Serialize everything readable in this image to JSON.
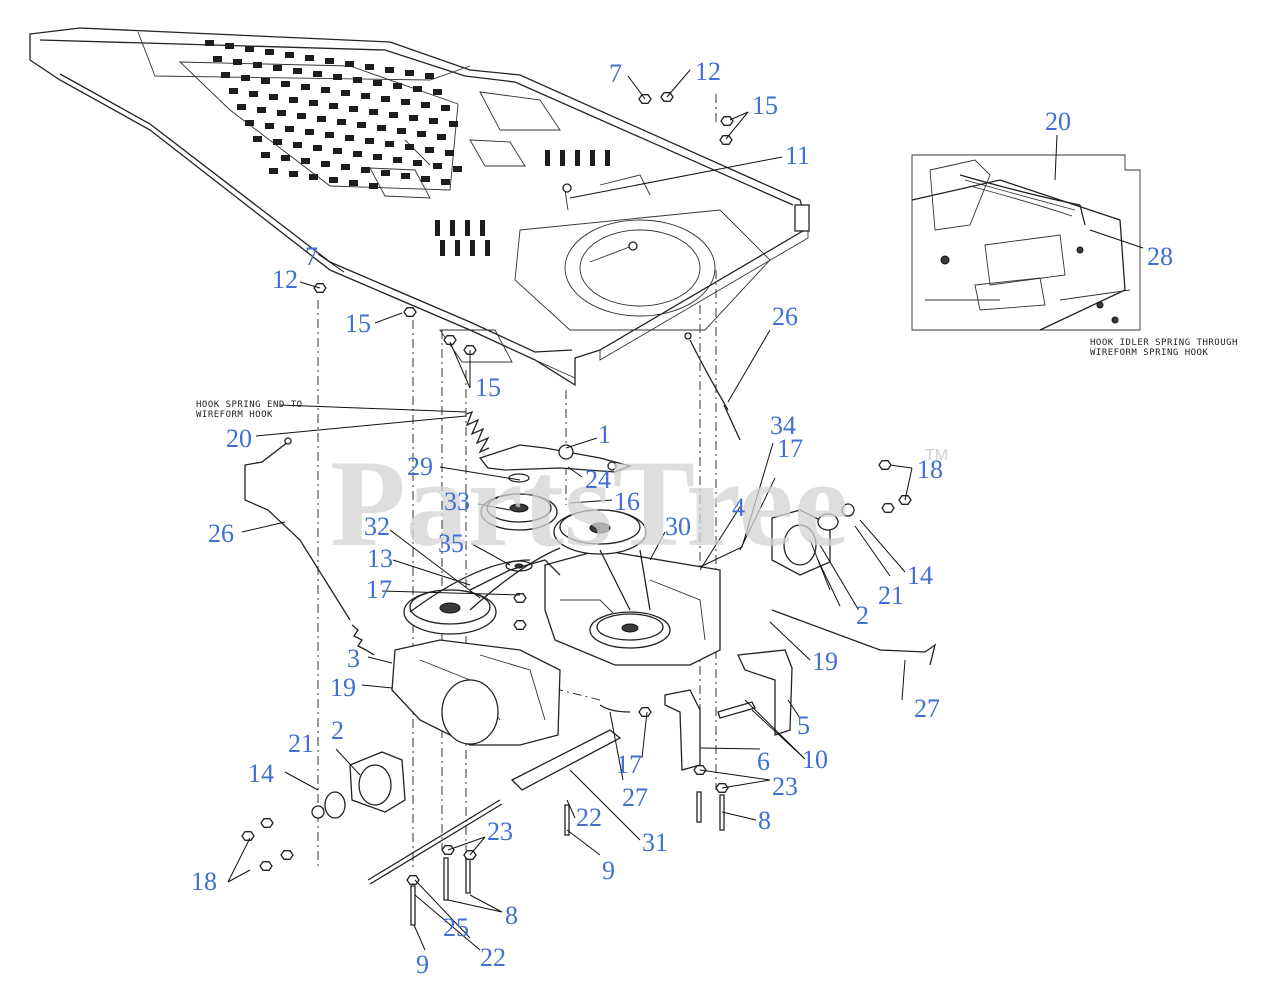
{
  "watermark": {
    "text": "PartsTree",
    "trademark": "TM"
  },
  "notes": {
    "hook_spring_line1": "HOOK SPRING END TO",
    "hook_spring_line2": "WIREFORM HOOK",
    "idler_line1": "HOOK IDLER SPRING THROUGH",
    "idler_line2": "WIREFORM SPRING HOOK"
  },
  "callouts": {
    "c7a": "7",
    "c12a": "12",
    "c15a": "15",
    "c11": "11",
    "c20a": "20",
    "c28": "28",
    "c7b": "7",
    "c12b": "12",
    "c15b": "15",
    "c15c": "15",
    "c26a": "26",
    "c20b": "20",
    "c1": "1",
    "c34": "34",
    "c29": "29",
    "c24": "24",
    "c17a": "17",
    "c18a": "18",
    "c33": "33",
    "c16": "16",
    "c4": "4",
    "c30": "30",
    "c26b": "26",
    "c32": "32",
    "c13": "13",
    "c35": "35",
    "c21a": "21",
    "c14a": "14",
    "c17b": "17",
    "c2a": "2",
    "c3": "3",
    "c19a": "19",
    "c19b": "19",
    "c27a": "27",
    "c5": "5",
    "c2b": "2",
    "c21b": "21",
    "c14b": "14",
    "c17c": "17",
    "c6": "6",
    "c10": "10",
    "c23a": "23",
    "c27b": "27",
    "c22a": "22",
    "c8a": "8",
    "c31": "31",
    "c23b": "23",
    "c9a": "9",
    "c18b": "18",
    "c8b": "8",
    "c25": "25",
    "c22b": "22",
    "c9b": "9"
  }
}
